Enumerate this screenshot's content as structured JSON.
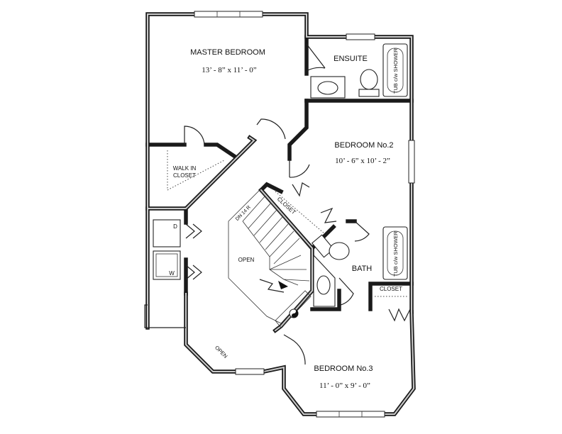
{
  "rooms": {
    "master": {
      "name": "MASTER BEDROOM",
      "size": "13’ - 8” x 11’ - 0”"
    },
    "ensuite": {
      "name": "ENSUITE"
    },
    "bedroom2": {
      "name": "BEDROOM No.2",
      "size": "10’ - 6” x 10’ - 2”"
    },
    "bedroom3": {
      "name": "BEDROOM No.3",
      "size": "11’ - 0” x 9’ - 0”"
    },
    "bath": {
      "name": "BATH"
    },
    "walkin": {
      "line1": "WALK IN",
      "line2": "CLOSET"
    },
    "closet_stair": {
      "name": "CLOSET"
    },
    "closet_bath": {
      "name": "CLOSET"
    },
    "open_stair": {
      "name": "OPEN"
    },
    "open_hall": {
      "name": "OPEN"
    }
  },
  "fixtures": {
    "tub_ensuite": "TUB c/w SHOWER",
    "tub_bath": "TUB c/w SHOWER",
    "dryer": "D",
    "washer": "W",
    "stair": "DN 14 R"
  },
  "colors": {
    "wall": "#1a1a1a",
    "wall_core": "#c9c9c9",
    "line": "#222222",
    "background": "#ffffff"
  }
}
